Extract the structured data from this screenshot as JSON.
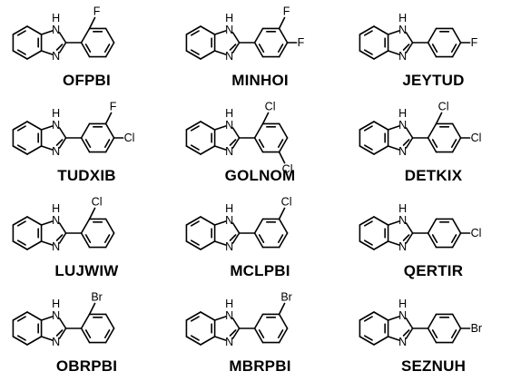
{
  "compounds": [
    {
      "code": "OFPBI",
      "substituents": [
        {
          "pos": "ortho",
          "element": "F"
        }
      ]
    },
    {
      "code": "MINHOI",
      "substituents": [
        {
          "pos": "meta",
          "element": "F"
        },
        {
          "pos": "para",
          "element": "F"
        }
      ]
    },
    {
      "code": "JEYTUD",
      "substituents": [
        {
          "pos": "para",
          "element": "F"
        }
      ]
    },
    {
      "code": "TUDXIB",
      "substituents": [
        {
          "pos": "meta",
          "element": "F"
        },
        {
          "pos": "para",
          "element": "Cl"
        }
      ]
    },
    {
      "code": "GOLNOM",
      "substituents": [
        {
          "pos": "ortho",
          "element": "Cl"
        },
        {
          "pos": "meta2",
          "element": "Cl"
        }
      ]
    },
    {
      "code": "DETKIX",
      "substituents": [
        {
          "pos": "ortho",
          "element": "Cl"
        },
        {
          "pos": "para",
          "element": "Cl"
        }
      ]
    },
    {
      "code": "LUJWIW",
      "substituents": [
        {
          "pos": "ortho",
          "element": "Cl"
        }
      ]
    },
    {
      "code": "MCLPBI",
      "substituents": [
        {
          "pos": "meta",
          "element": "Cl"
        }
      ]
    },
    {
      "code": "QERTIR",
      "substituents": [
        {
          "pos": "para",
          "element": "Cl"
        }
      ]
    },
    {
      "code": "OBRPBI",
      "substituents": [
        {
          "pos": "ortho",
          "element": "Br"
        }
      ]
    },
    {
      "code": "MBRPBI",
      "substituents": [
        {
          "pos": "meta",
          "element": "Br"
        }
      ]
    },
    {
      "code": "SEZNUH",
      "substituents": [
        {
          "pos": "para",
          "element": "Br"
        }
      ]
    }
  ],
  "atom_labels": {
    "nh_n": "N",
    "nh_h": "H",
    "imine_n": "N"
  }
}
